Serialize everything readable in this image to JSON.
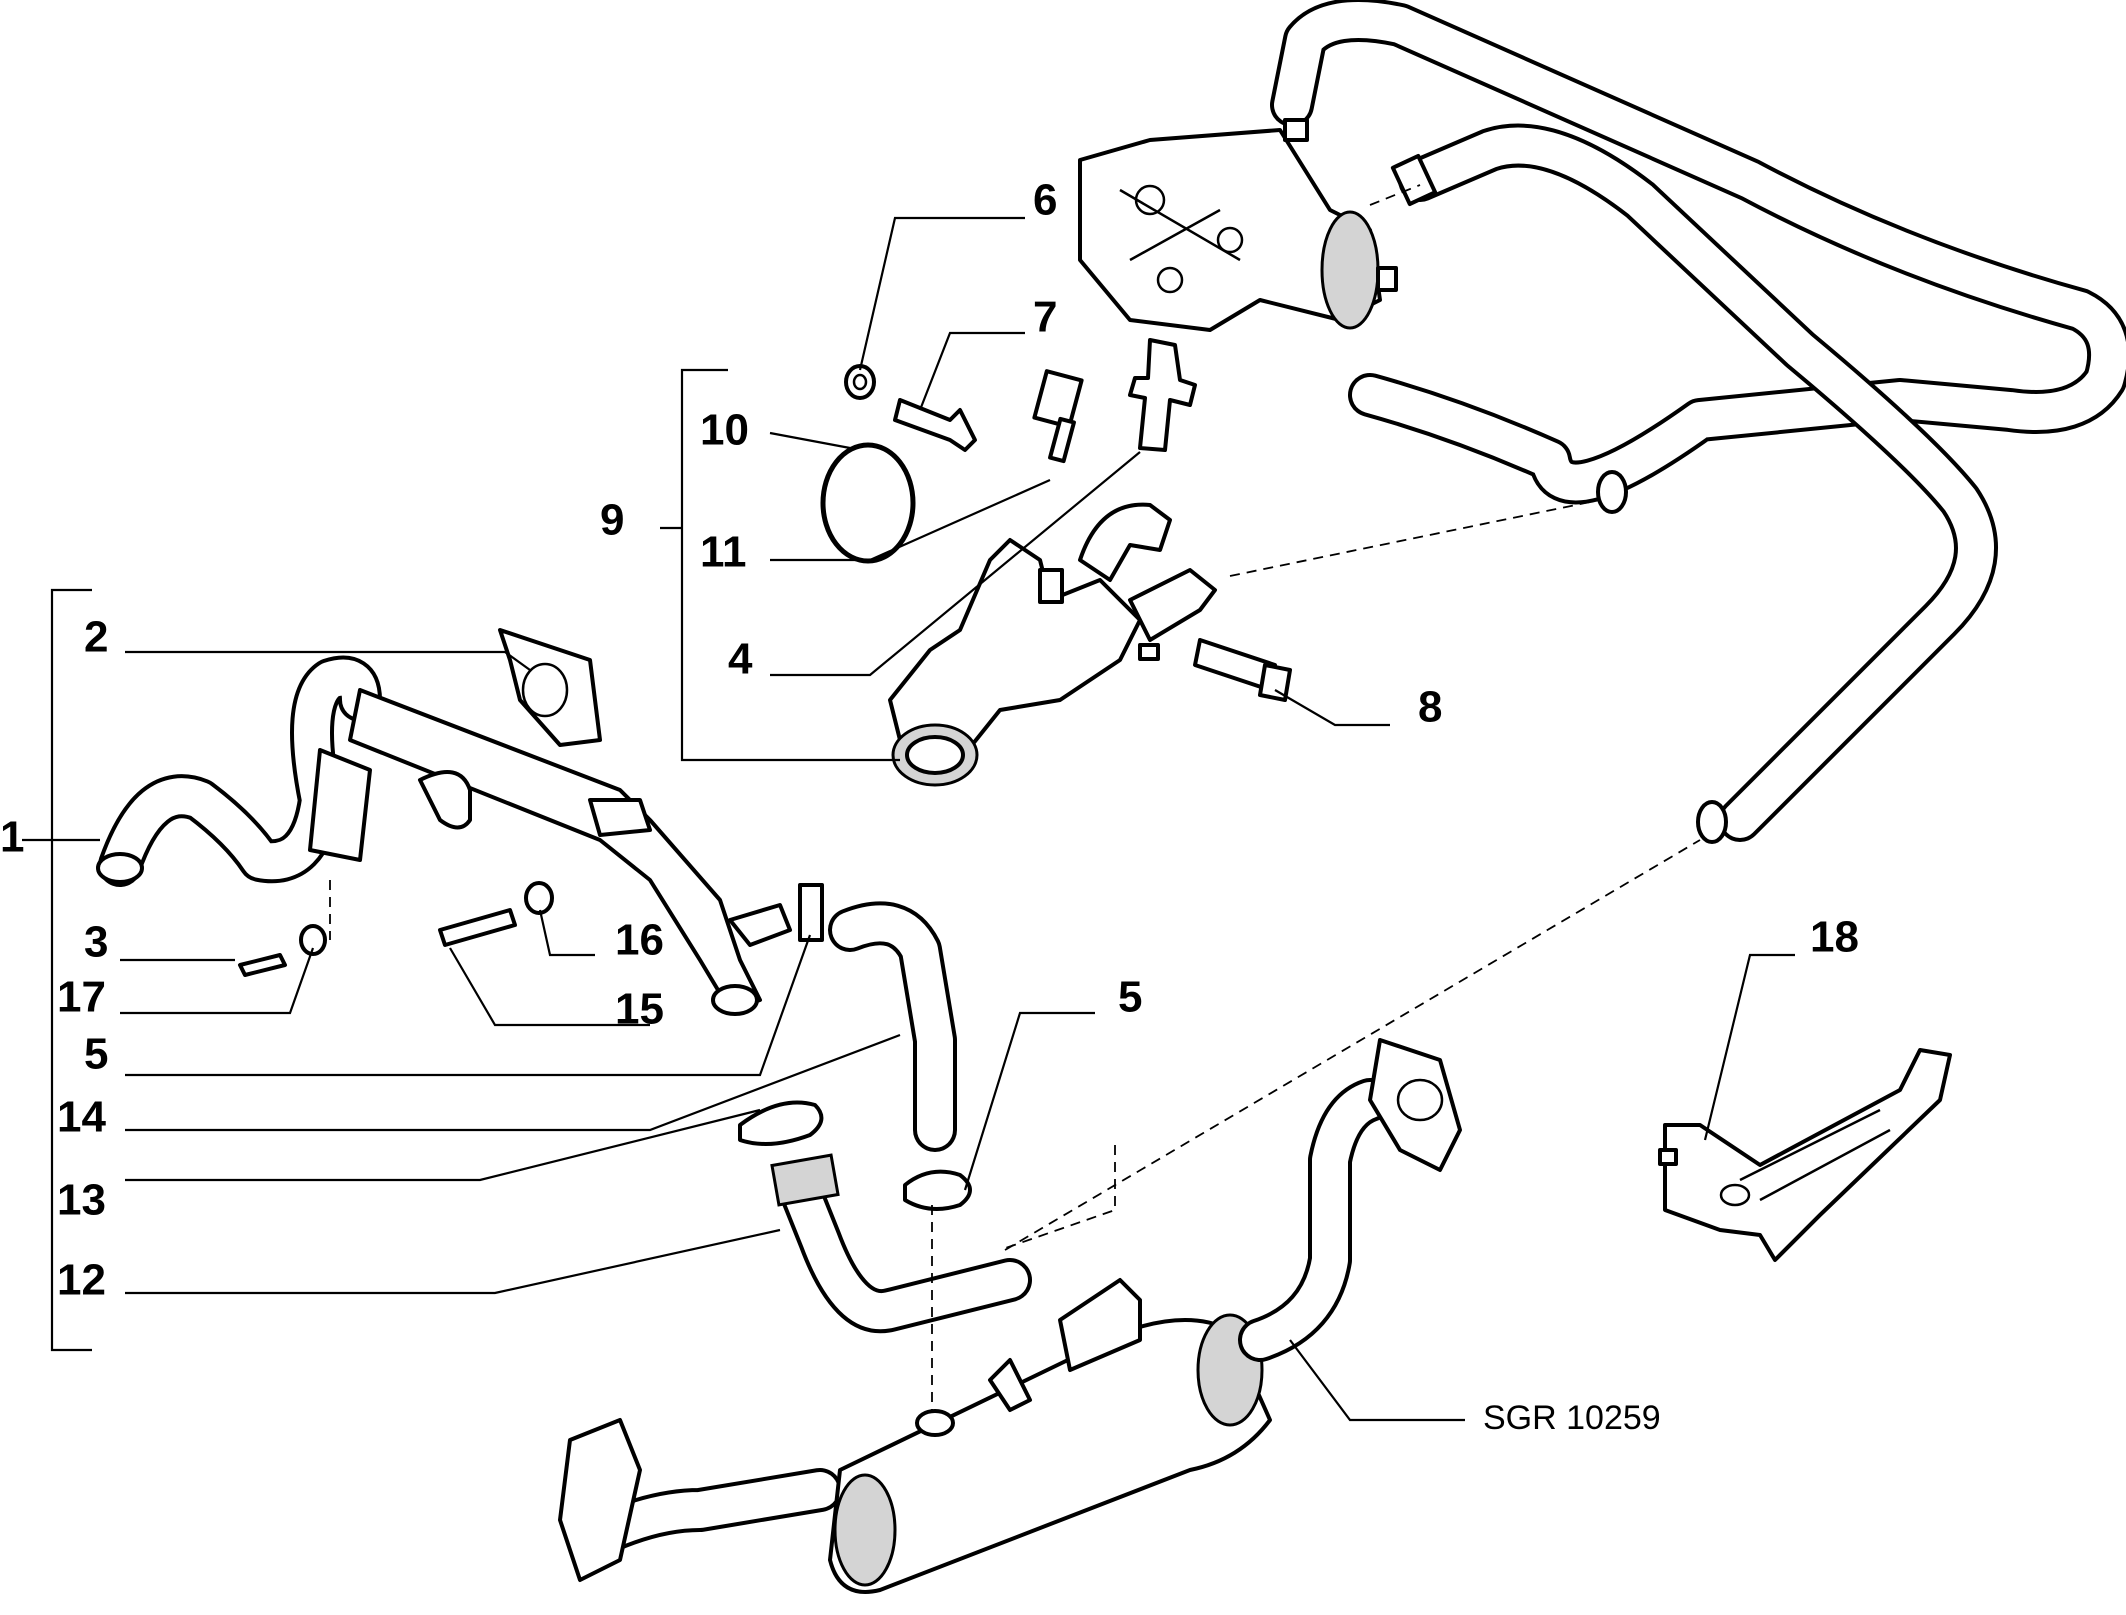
{
  "callouts": [
    {
      "id": "c1",
      "label": "1"
    },
    {
      "id": "c2",
      "label": "2"
    },
    {
      "id": "c3",
      "label": "3"
    },
    {
      "id": "c4",
      "label": "4"
    },
    {
      "id": "c5a",
      "label": "5"
    },
    {
      "id": "c5b",
      "label": "5"
    },
    {
      "id": "c6",
      "label": "6"
    },
    {
      "id": "c7",
      "label": "7"
    },
    {
      "id": "c8",
      "label": "8"
    },
    {
      "id": "c9",
      "label": "9"
    },
    {
      "id": "c10",
      "label": "10"
    },
    {
      "id": "c11",
      "label": "11"
    },
    {
      "id": "c12",
      "label": "12"
    },
    {
      "id": "c13",
      "label": "13"
    },
    {
      "id": "c14",
      "label": "14"
    },
    {
      "id": "c15",
      "label": "15"
    },
    {
      "id": "c16",
      "label": "16"
    },
    {
      "id": "c17",
      "label": "17"
    },
    {
      "id": "c18",
      "label": "18"
    }
  ],
  "reference_code": "SGR 10259"
}
